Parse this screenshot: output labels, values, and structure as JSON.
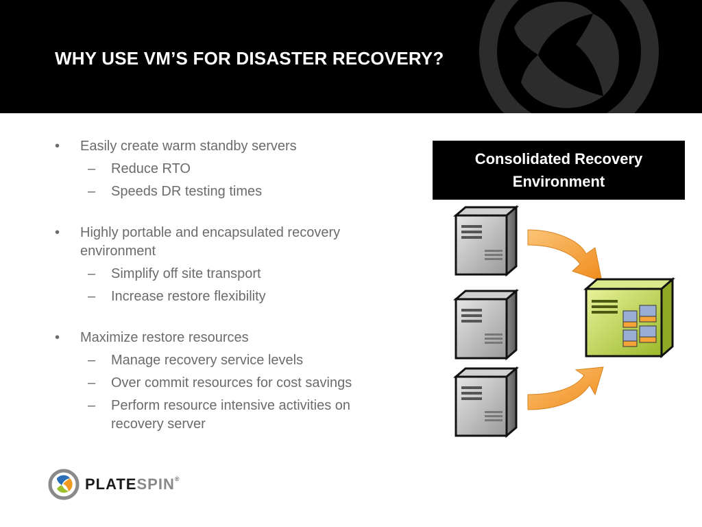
{
  "slide": {
    "title": "WHY USE VM’S FOR DISASTER RECOVERY?"
  },
  "bullets": [
    {
      "text": "Easily create warm standby servers",
      "subs": [
        "Reduce RTO",
        "Speeds DR testing times"
      ]
    },
    {
      "text_line1": "Highly portable and encapsulated recovery",
      "text_line2": "environment",
      "subs": [
        "Simplify off site transport",
        "Increase restore flexibility"
      ]
    },
    {
      "text": "Maximize restore resources",
      "subs": [
        "Manage recovery service levels",
        "Over commit resources for cost savings"
      ],
      "sub_multiline": {
        "line1": "Perform resource intensive activities on",
        "line2": "recovery server"
      }
    }
  ],
  "bullet_char": "•",
  "dash_char": "–",
  "recovery_box": {
    "line1": "Consolidated Recovery",
    "line2": "Environment"
  },
  "diagram": {
    "source_servers": 3,
    "target_server": 1,
    "icons": [
      "server-icon",
      "server-icon",
      "server-icon",
      "virtual-host-icon",
      "arrow-icon",
      "arrow-icon"
    ]
  },
  "logo": {
    "part1": "PLATE",
    "part2": "SPIN",
    "mark": "®"
  },
  "colors": {
    "header_bg": "#000000",
    "text_gray": "#6b6b6b",
    "arrow_orange": "#f5a43a",
    "host_green": "#b8d040"
  }
}
